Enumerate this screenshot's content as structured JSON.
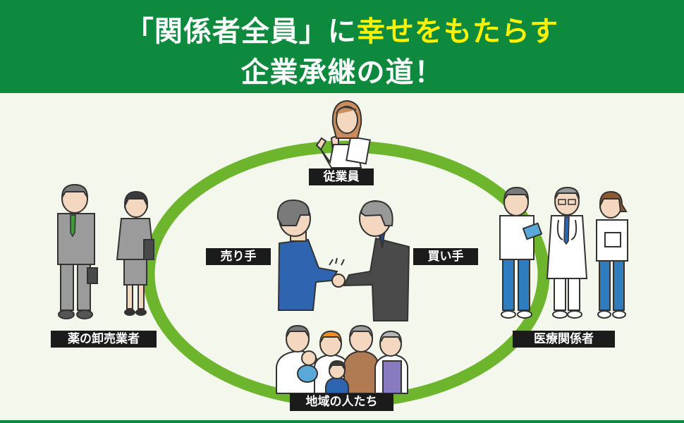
{
  "title": {
    "line1_part1": "「関係者全員」に",
    "line1_part2": "幸せをもたらす",
    "line2": "企業承継の道！"
  },
  "labels": {
    "employee": "従業員",
    "seller": "売り手",
    "buyer": "買い手",
    "wholesaler": "薬の卸売業者",
    "medical": "医療関係者",
    "community": "地域の人たち"
  },
  "colors": {
    "header_green": "#0e8a3f",
    "ring_green": "#6cb52d",
    "highlight_yellow": "#fff200",
    "label_black": "#1b1b1b",
    "background": "#f4f7ec"
  }
}
